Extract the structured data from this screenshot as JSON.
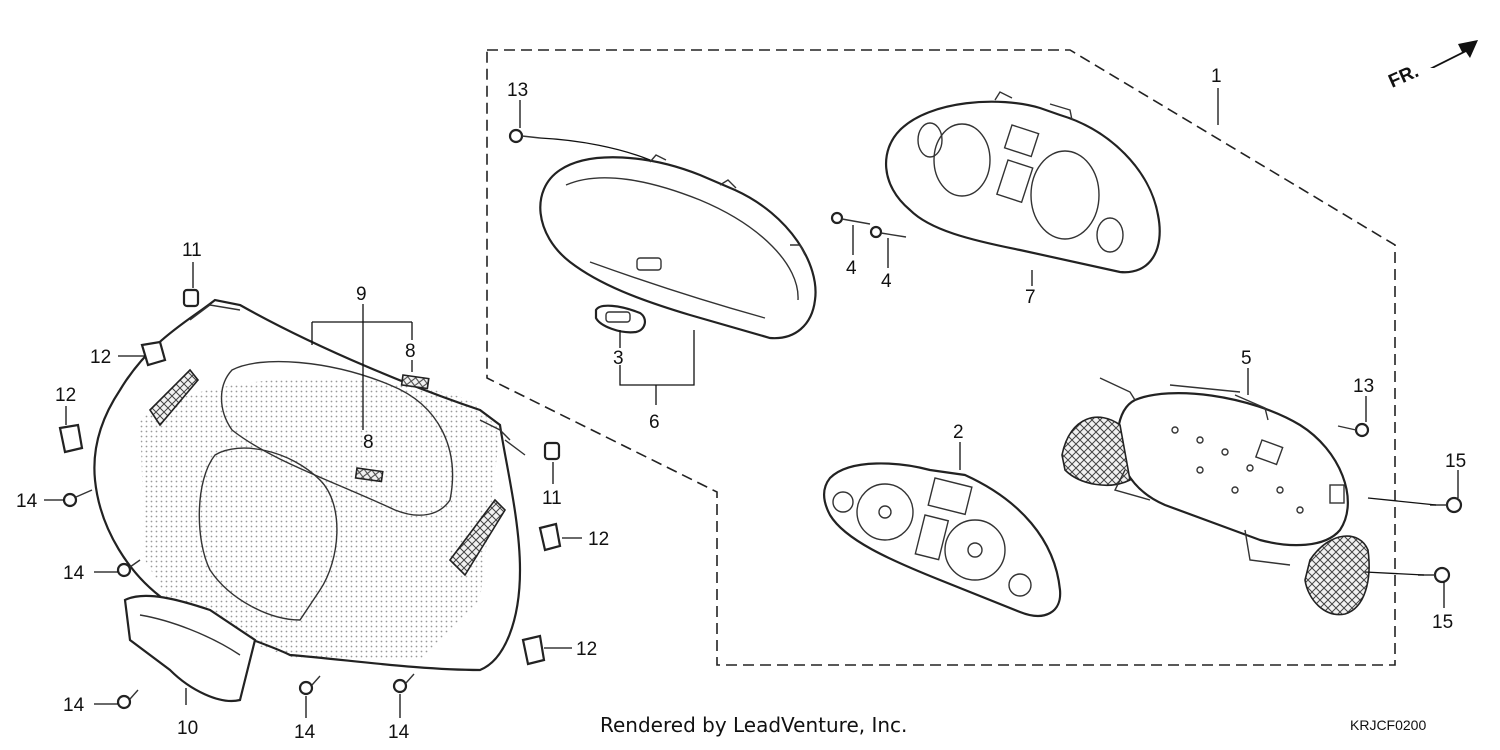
{
  "diagram": {
    "callouts": {
      "c1": "1",
      "c2": "2",
      "c3": "3",
      "c4a": "4",
      "c4b": "4",
      "c5": "5",
      "c6": "6",
      "c7": "7",
      "c8a": "8",
      "c8b": "8",
      "c9": "9",
      "c10": "10",
      "c11a": "11",
      "c11b": "11",
      "c12a": "12",
      "c12b": "12",
      "c12c": "12",
      "c12d": "12",
      "c13a": "13",
      "c13b": "13",
      "c14a": "14",
      "c14b": "14",
      "c14c": "14",
      "c14d": "14",
      "c14e": "14",
      "c15a": "15",
      "c15b": "15"
    },
    "direction_label": "FR.",
    "footer": "Rendered by LeadVenture, Inc.",
    "diagram_code": "KRJCF0200"
  }
}
